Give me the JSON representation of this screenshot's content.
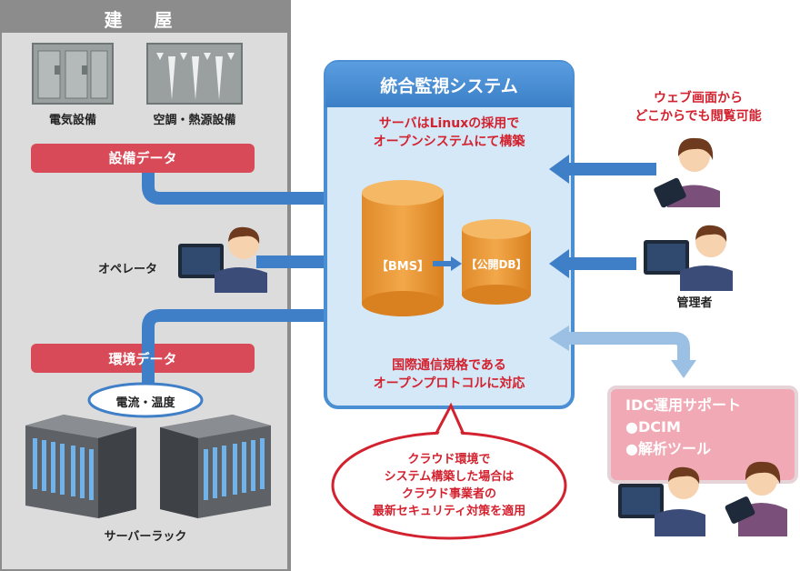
{
  "building": {
    "title": "建 屋"
  },
  "equipment": {
    "electric": "電気設備",
    "hvac": "空調・熱源設備"
  },
  "labels": {
    "facility_data": "設備データ",
    "operator": "オペレータ",
    "env_data": "環境データ",
    "current_temp": "電流・温度",
    "server_rack": "サーバーラック",
    "manager": "管理者"
  },
  "system": {
    "title": "統合監視システム",
    "linux_note": [
      "サーバはLinuxの採用で",
      "オープンシステムにて構築"
    ],
    "db_bms": "【BMS】",
    "db_public": "【公開DB】",
    "protocol_note": [
      "国際通信規格である",
      "オープンプロトコルに対応"
    ]
  },
  "web": {
    "note": [
      "ウェブ画面から",
      "どこからでも閲覧可能"
    ]
  },
  "idc": {
    "items": [
      "IDC運用サポート",
      "●DCIM",
      "●解析ツール"
    ]
  },
  "cloud": {
    "note": [
      "クラウド環境で",
      "システム構築した場合は",
      "クラウド事業者の",
      "最新セキュリティ対策を適用"
    ]
  },
  "colors": {
    "building_bg": "#dcdcdc",
    "building_header": "#8c8c8c",
    "red_label": "#d84a57",
    "system_border": "#4a8fd4",
    "system_fill": "#d5e8f7",
    "arrow_blue": "#3f7fc8",
    "arrow_light": "#9cc0e4",
    "db_orange": "#ec9b3b",
    "red_text": "#d3222f",
    "idc_pink": "#f0a9b5"
  }
}
